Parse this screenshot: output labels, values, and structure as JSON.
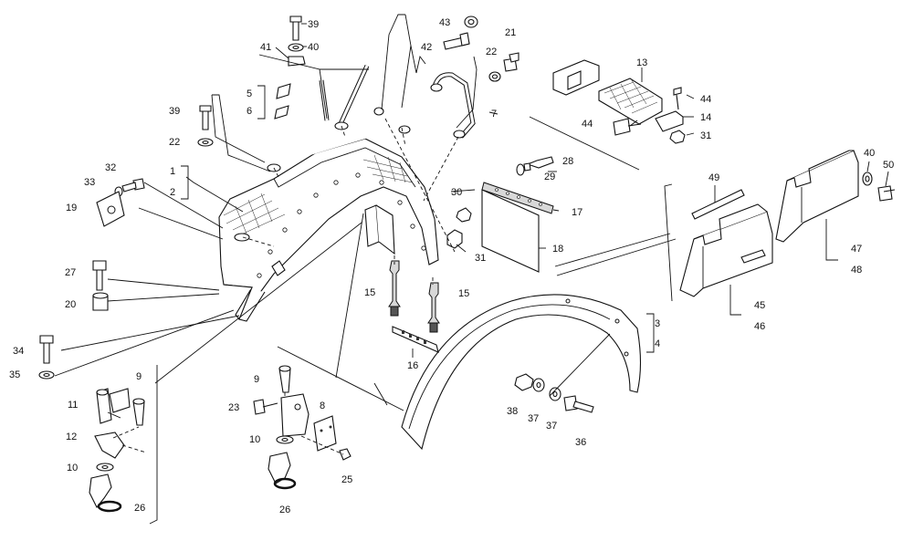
{
  "callouts": {
    "c1": "1",
    "c2": "2",
    "c3": "3",
    "c4": "4",
    "c5": "5",
    "c6": "6",
    "c7": "7",
    "c8": "8",
    "c9a": "9",
    "c9b": "9",
    "c10a": "10",
    "c10b": "10",
    "c11": "11",
    "c12": "12",
    "c13": "13",
    "c14": "14",
    "c15a": "15",
    "c15b": "15",
    "c16": "16",
    "c17": "17",
    "c18": "18",
    "c19": "19",
    "c20": "20",
    "c21": "21",
    "c22a": "22",
    "c22b": "22",
    "c23": "23",
    "c25": "25",
    "c26a": "26",
    "c26b": "26",
    "c27": "27",
    "c28": "28",
    "c29": "29",
    "c30": "30",
    "c31a": "31",
    "c31b": "31",
    "c32": "32",
    "c33": "33",
    "c34": "34",
    "c35": "35",
    "c36": "36",
    "c37a": "37",
    "c37b": "37",
    "c38": "38",
    "c39a": "39",
    "c39b": "39",
    "c40a": "40",
    "c40b": "40",
    "c41": "41",
    "c42": "42",
    "c43": "43",
    "c44a": "44",
    "c44b": "44",
    "c45": "45",
    "c46": "46",
    "c47": "47",
    "c48": "48",
    "c49": "49",
    "c50": "50"
  },
  "colors": {
    "ink": "#111111",
    "shade": "#d8d8d8",
    "background": "#ffffff"
  }
}
